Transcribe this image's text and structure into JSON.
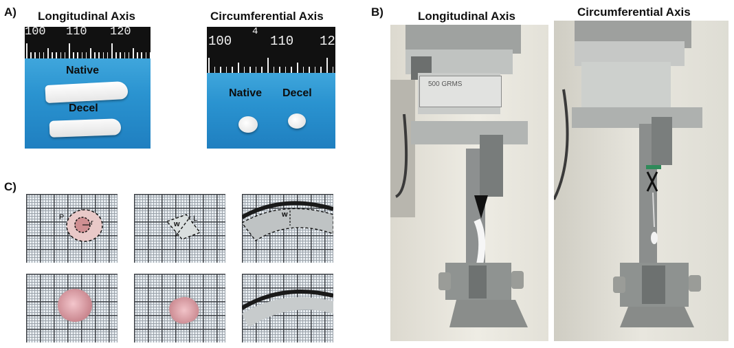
{
  "panels": {
    "a": {
      "letter": "A)",
      "longitudinal_title": "Longitudinal Axis",
      "circumferential_title": "Circumferential Axis",
      "left_ruler_numbers": [
        "100",
        "110",
        "120"
      ],
      "right_ruler_numbers": [
        "100",
        "110",
        "12"
      ],
      "right_ruler_top_digit": "4",
      "left_native": "Native",
      "left_decel": "Decel",
      "right_native": "Native",
      "right_decel": "Decel"
    },
    "b": {
      "letter": "B)",
      "longitudinal_title": "Longitudinal Axis",
      "circumferential_title": "Circumferential Axis",
      "load_cell_text": "500 GRMS"
    },
    "c": {
      "letter": "C)",
      "labels": {
        "p": "P",
        "r": "r",
        "w1": "w",
        "l": "L",
        "w2": "w"
      }
    }
  }
}
